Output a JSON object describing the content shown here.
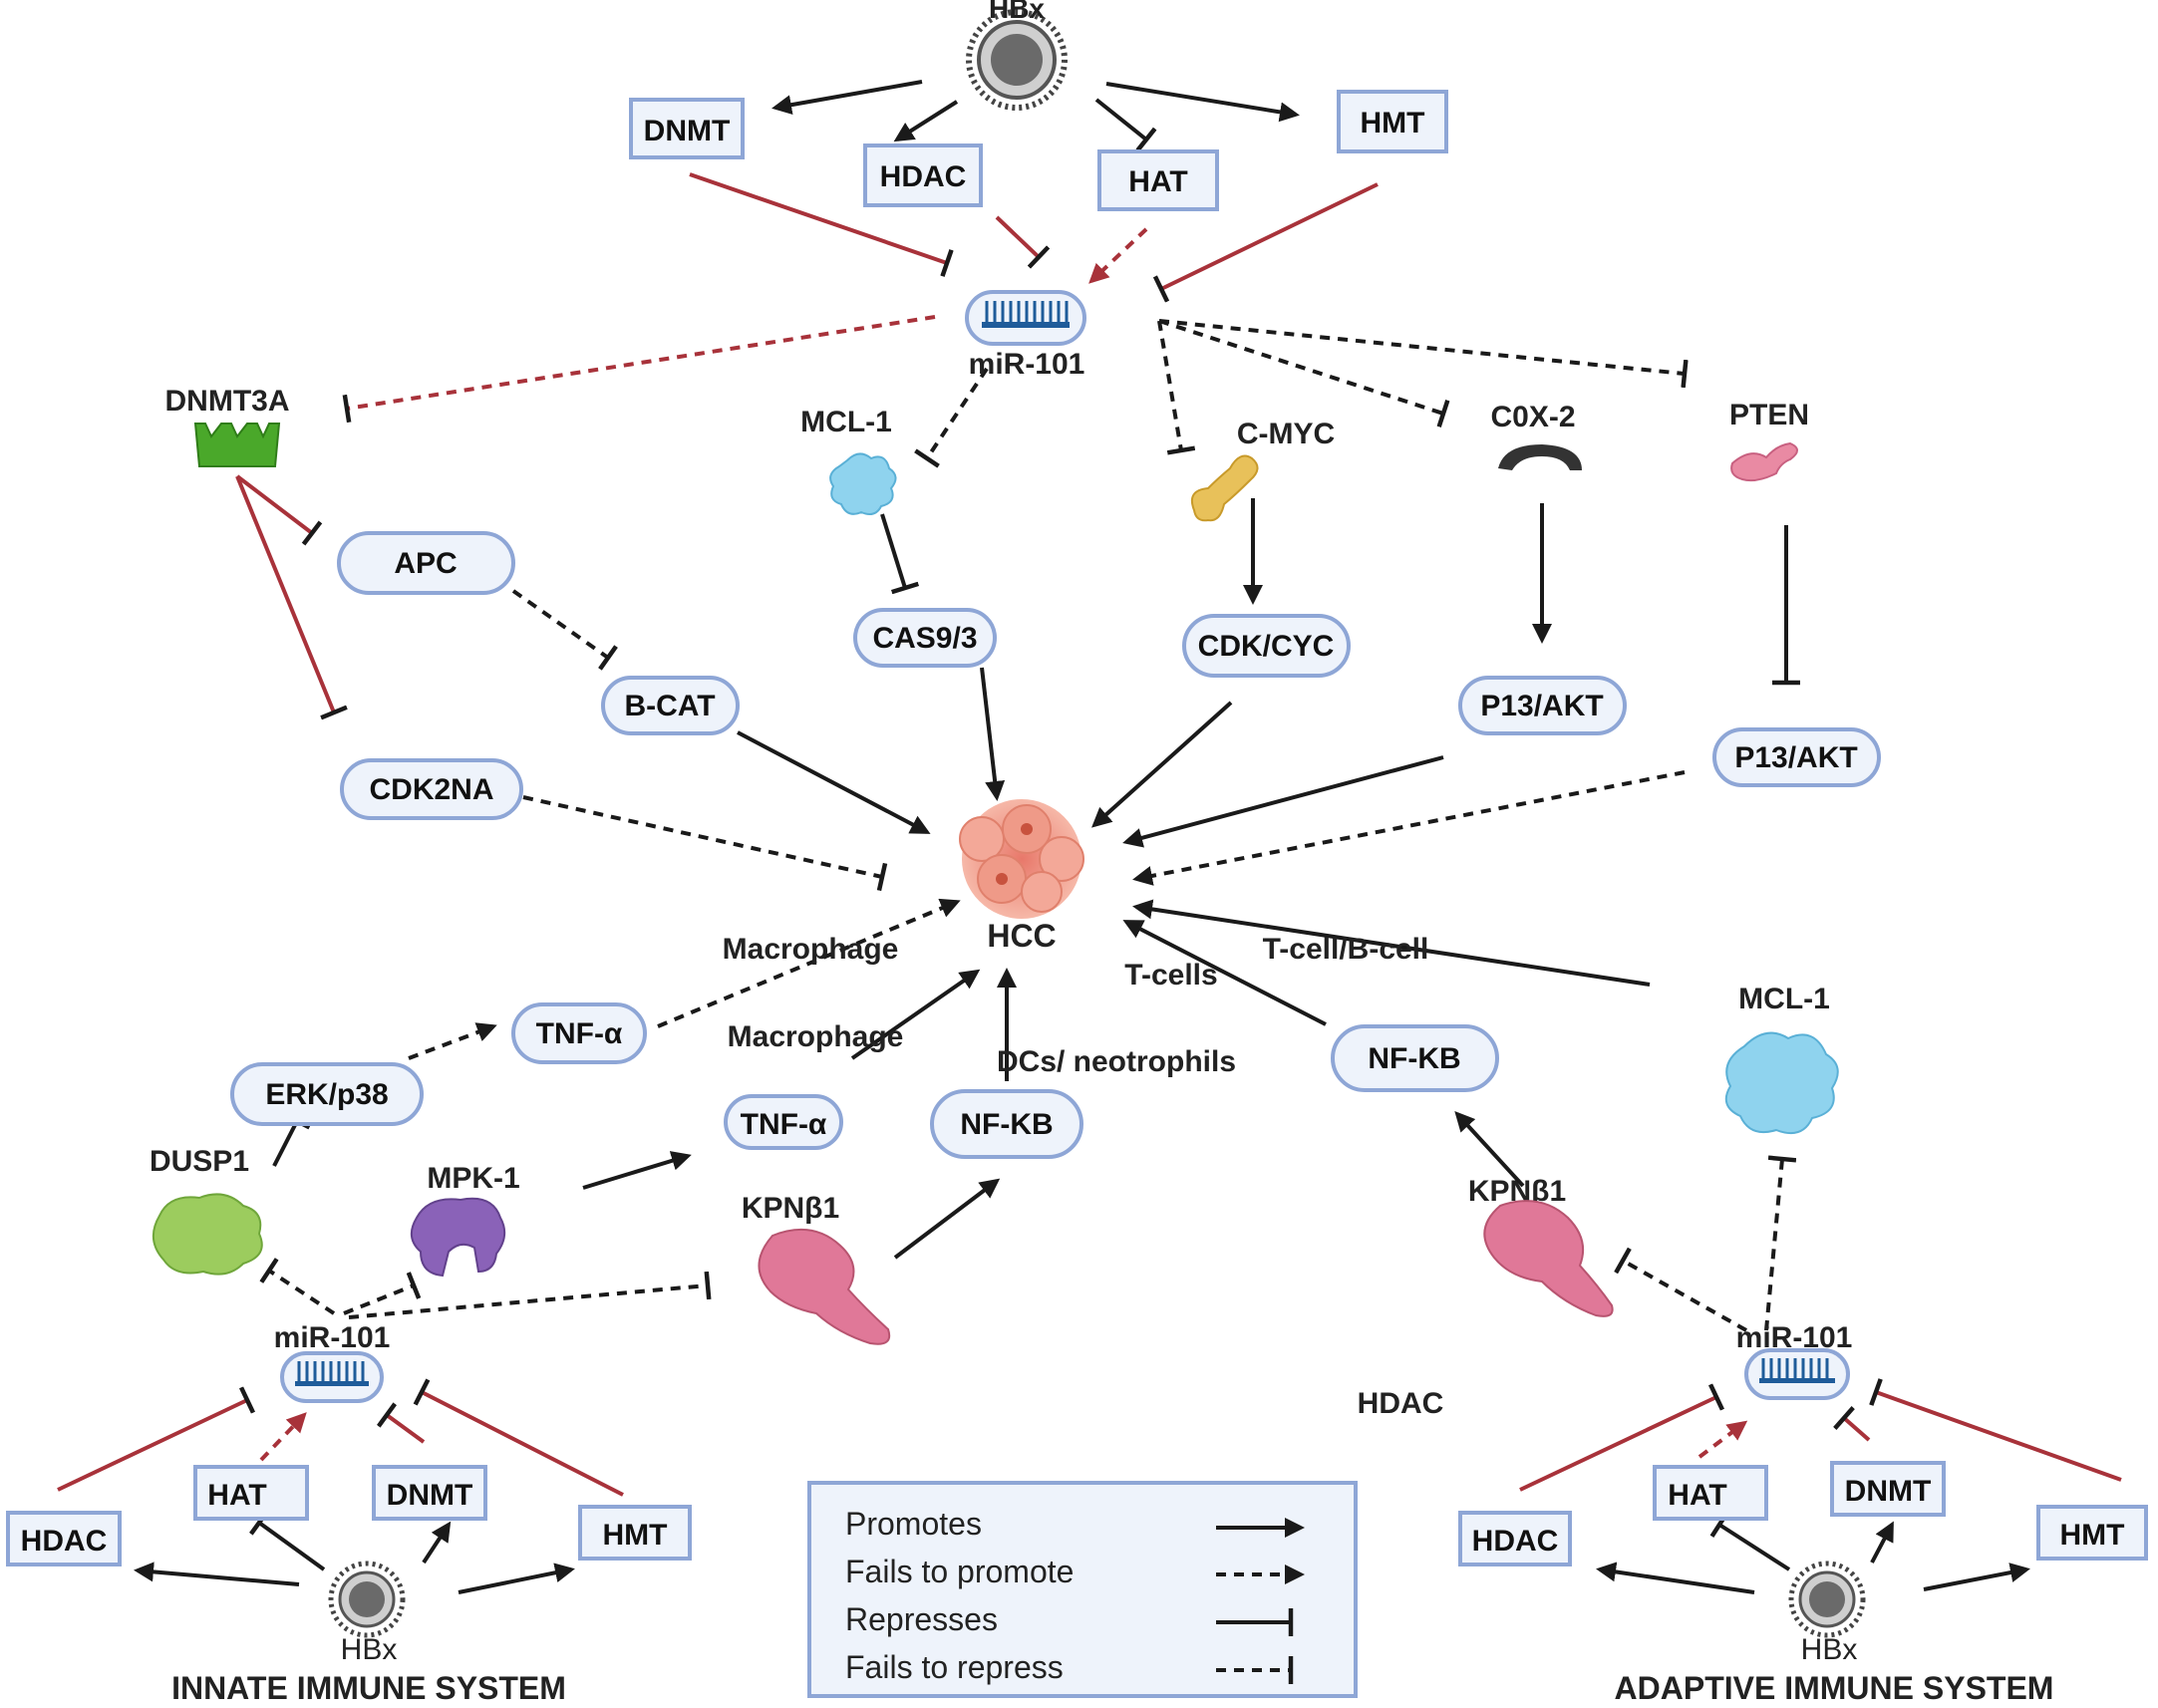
{
  "top": {
    "hbx": "HBx",
    "dnmt": "DNMT",
    "hdac": "HDAC",
    "hat": "HAT",
    "hmt": "HMT",
    "mir": "miR-101"
  },
  "targets": {
    "dnmt3a": "DNMT3A",
    "mcl1": "MCL-1",
    "cmyc": "C-MYC",
    "cox2": "C0X-2",
    "pten": "PTEN",
    "apc": "APC",
    "bcat": "B-CAT",
    "cdk2na": "CDK2NA",
    "cas": "CAS9/3",
    "cdkcyc": "CDK/CYC",
    "p13akt_a": "P13/AKT",
    "p13akt_b": "P13/AKT"
  },
  "center": {
    "hcc": "HCC",
    "macrophage_1": "Macrophage",
    "macrophage_2": "Macrophage",
    "tcells": "T-cells",
    "tcell_bcell": "T-cell/B-cell",
    "dcs": "DCs/ neotrophils"
  },
  "innate": {
    "tnf_a": "TNF-α",
    "erk": "ERK/p38",
    "tnf_b": "TNF-α",
    "nfkb": "NF-KB",
    "dusp1": "DUSP1",
    "mpk1": "MPK-1",
    "kpnb1": "KPNβ1",
    "mir": "miR-101",
    "hat": "HAT",
    "dnmt": "DNMT",
    "hdac": "HDAC",
    "hmt": "HMT",
    "hbx": "HBx",
    "title": "INNATE  IMMUNE SYSTEM"
  },
  "adaptive": {
    "nfkb": "NF-KB",
    "mcl1": "MCL-1",
    "kpnb1": "KPNβ1",
    "mir": "miR-101",
    "floating_hdac": "HDAC",
    "hat": "HAT",
    "dnmt": "DNMT",
    "hdac": "HDAC",
    "hmt": "HMT",
    "hbx": "HBx",
    "title": "ADAPTIVE  IMMUNE  SYSTEM"
  },
  "legend": {
    "promotes": "Promotes",
    "fails_promote": "Fails to promote",
    "represses": "Represses",
    "fails_repress": "Fails to repress"
  },
  "colors": {
    "node_fill": "#eef3fb",
    "node_stroke": "#8ea6d6",
    "black_edge": "#1a1a1a",
    "red_edge": "#a8323a",
    "dnmt3a_green": "#4aa82a",
    "mcl1_blue": "#8fd3ee",
    "cmyc_yellow": "#e8c15a",
    "cox2_dark": "#333333",
    "pten_pink": "#e98aa3",
    "hcc_salmon": "#f0a090",
    "dusp1_green": "#9ccc5e",
    "mpk1_purple": "#8a62b8",
    "kpnb1_pink": "#e07898",
    "hbx_gray": "#444444"
  }
}
